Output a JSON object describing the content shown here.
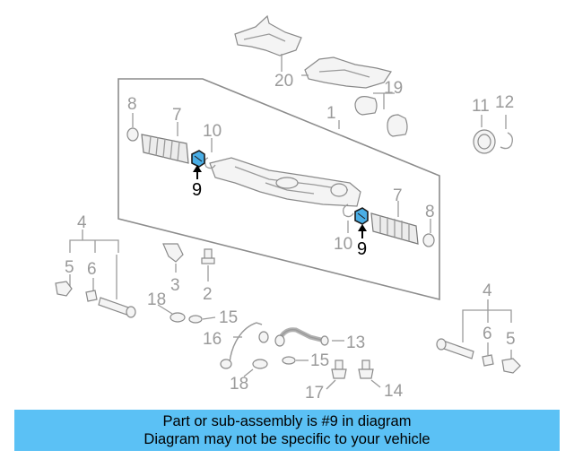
{
  "diagram": {
    "labels": {
      "l1": "1",
      "l2": "2",
      "l3": "3",
      "l4a": "4",
      "l4b": "4",
      "l5a": "5",
      "l5b": "5",
      "l6a": "6",
      "l6b": "6",
      "l7a": "7",
      "l7b": "7",
      "l8a": "8",
      "l8b": "8",
      "l9a": "9",
      "l9b": "9",
      "l10a": "10",
      "l10b": "10",
      "l11": "11",
      "l12": "12",
      "l13": "13",
      "l14": "14",
      "l15a": "15",
      "l15b": "15",
      "l16": "16",
      "l17": "17",
      "l18a": "18",
      "l18b": "18",
      "l19": "19",
      "l20": "20"
    },
    "highlight_color": "#4aaee6"
  },
  "banner": {
    "line1": "Part or sub-assembly is #9 in diagram",
    "line2": "Diagram may not be specific to your vehicle",
    "background": "#5bc1f5"
  }
}
